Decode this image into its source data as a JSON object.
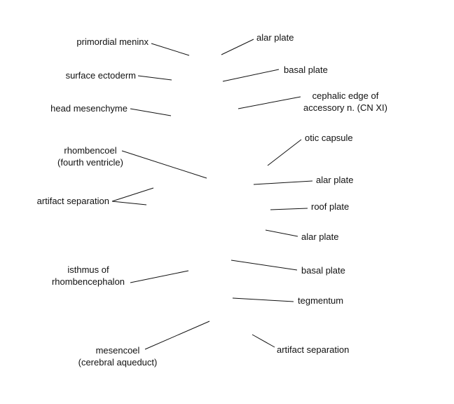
{
  "labels": {
    "primordial_meninx": "primordial meninx",
    "surface_ectoderm": "surface ectoderm",
    "head_mesenchyme": "head mesenchyme",
    "rhombencoel": "rhombencoel",
    "rhombencoel_sub": "(fourth ventricle)",
    "artifact_separation_left": "artifact separation",
    "isthmus": "isthmus of",
    "isthmus_sub": "rhombencephalon",
    "mesencoel": "mesencoel",
    "mesencoel_sub": "(cerebral aqueduct)",
    "alar_plate_1": "alar plate",
    "basal_plate_1": "basal plate",
    "cephalic_edge": "cephalic edge of",
    "cephalic_edge_sub": "accessory n. (CN XI)",
    "otic_capsule": "otic capsule",
    "alar_plate_2": "alar plate",
    "roof_plate": "roof plate",
    "alar_plate_3": "alar plate",
    "basal_plate_2": "basal plate",
    "tegmentum": "tegmentum",
    "artifact_separation_right": "artifact separation"
  }
}
